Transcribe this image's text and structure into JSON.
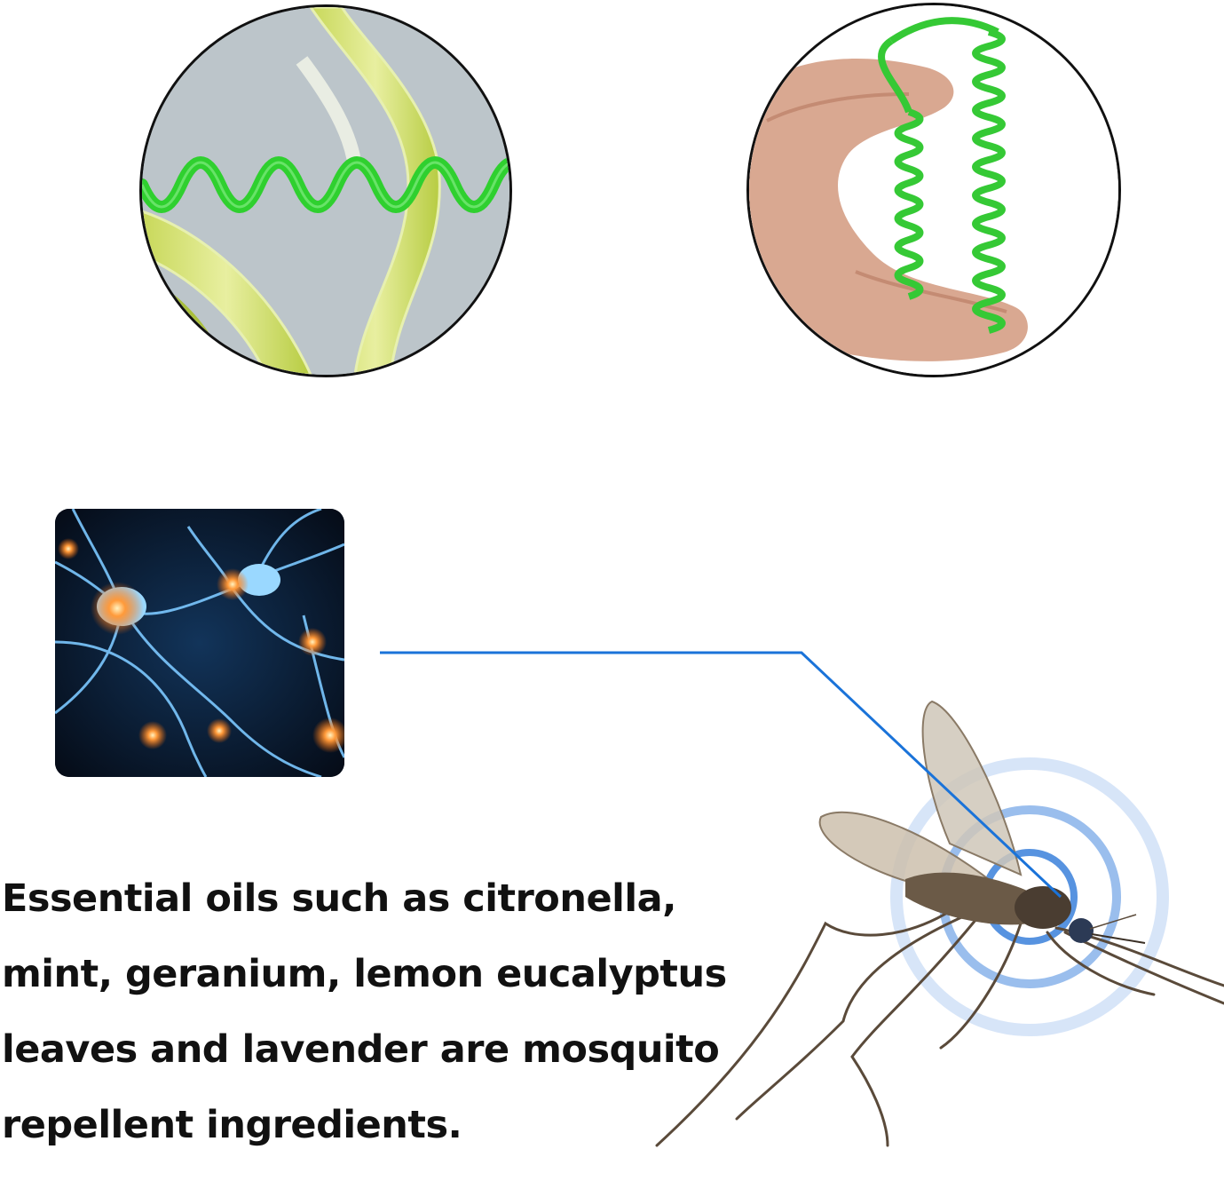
{
  "caption": {
    "lines": [
      "Essential oils such as citronella,",
      "mint, geranium, lemon eucalyptus",
      "leaves and lavender are mosquito",
      "repellent ingredients."
    ]
  },
  "images": {
    "leaf_circle": "plant-leaves-with-green-coil-photo",
    "coil_circle": "fingers-holding-green-coil-photo",
    "neuron_tile": "glowing-neurons-photo",
    "mosquito": "mosquito-with-sonic-rings-photo"
  },
  "colors": {
    "coil_green": "#2fd02f",
    "connector_blue": "#1a73d9",
    "ring_blue": "#1f6fd6",
    "text": "#111111"
  }
}
